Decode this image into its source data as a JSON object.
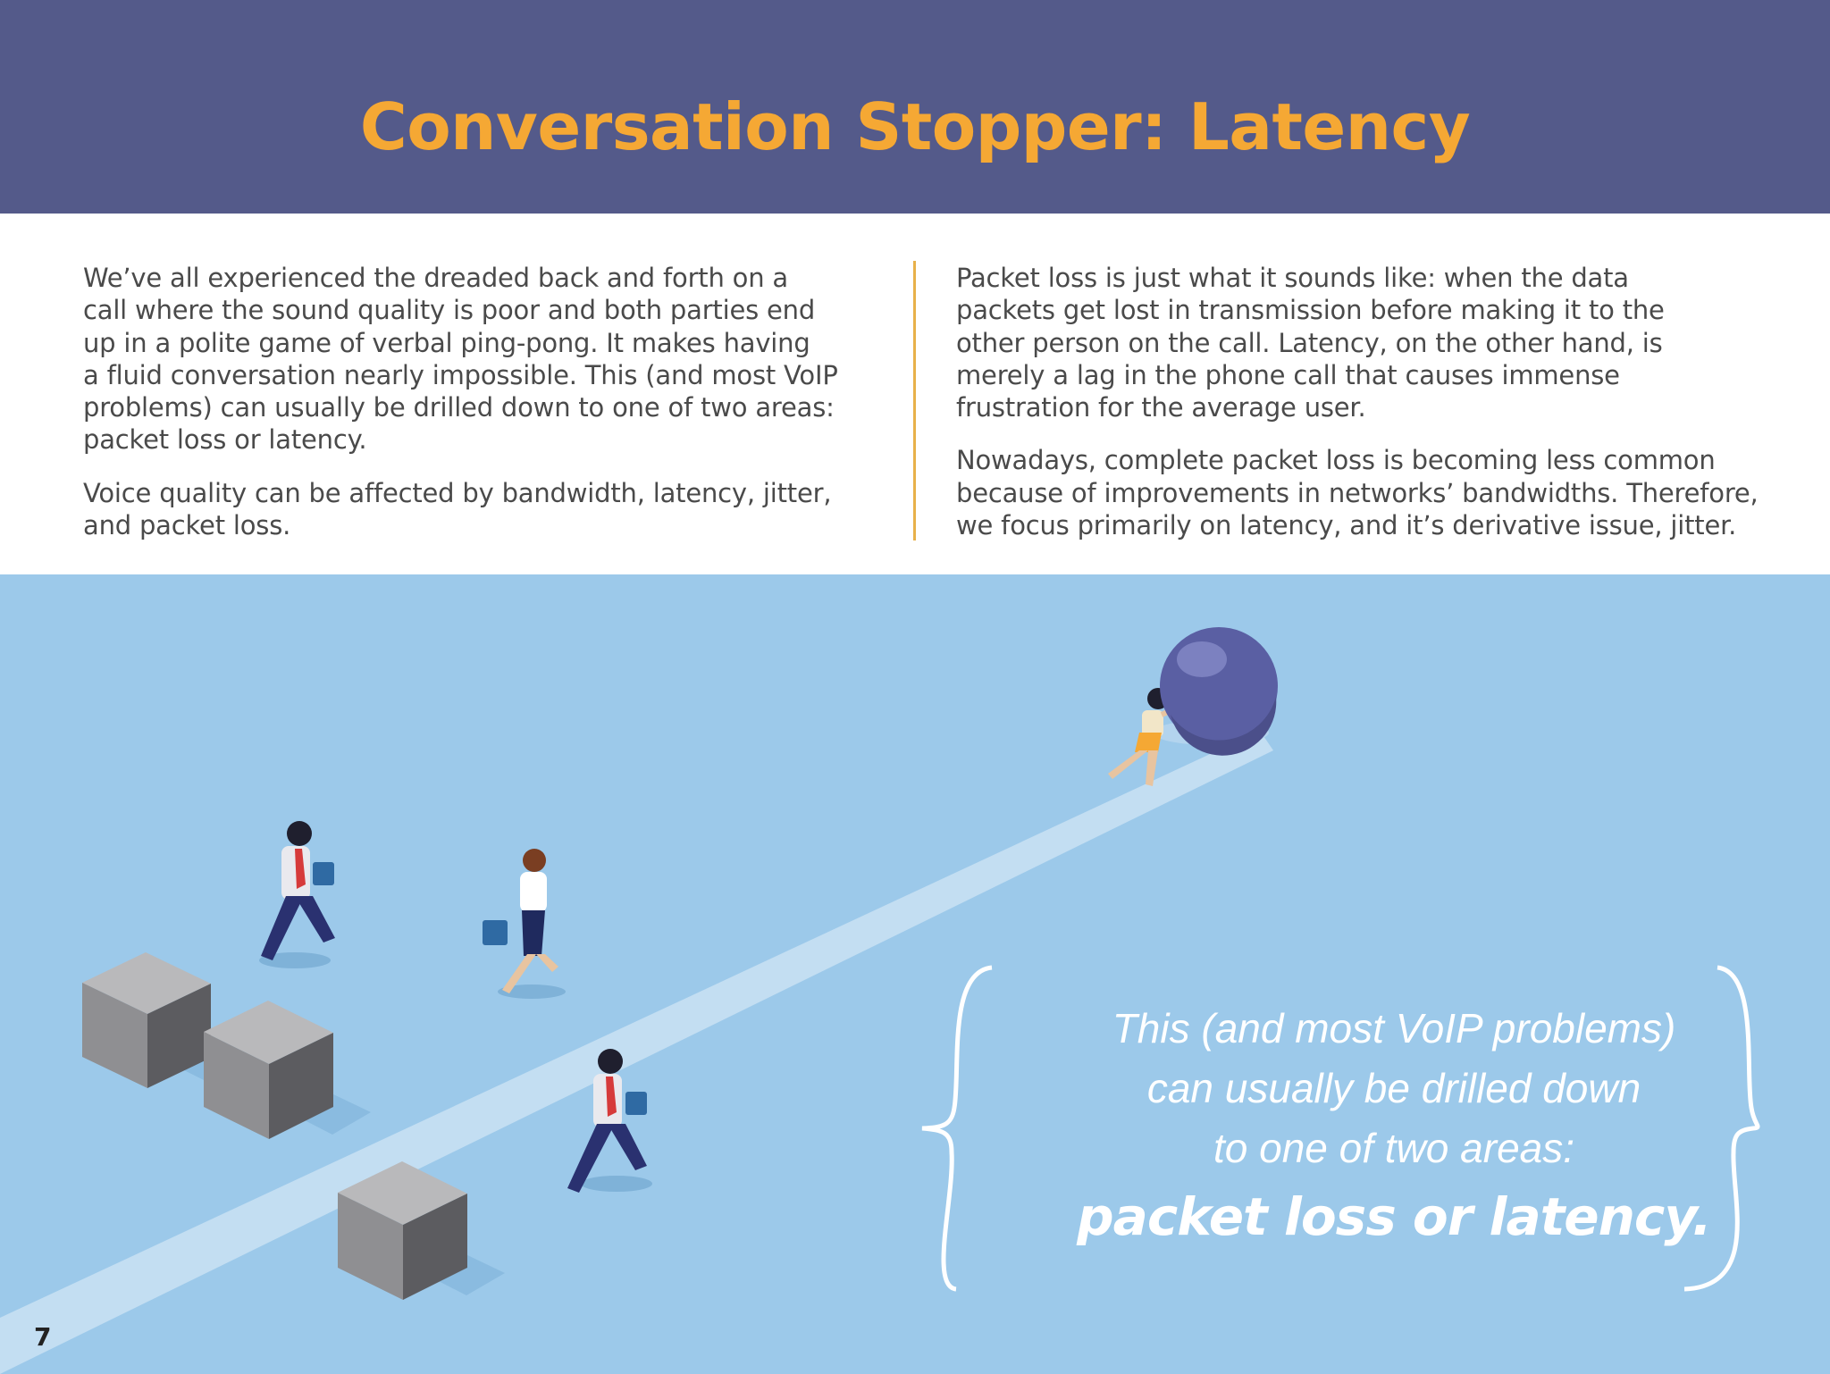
{
  "header": {
    "title": "Conversation Stopper: Latency"
  },
  "left_column": {
    "paragraphs": [
      "We’ve all experienced the dreaded back and forth on a\ncall where the sound quality is poor and both parties end\nup in a polite game of verbal ping-pong. It makes having\na fluid conversation nearly impossible. This (and most VoIP\nproblems) can usually be drilled down to one of two areas:\npacket loss or latency.",
      "Voice quality can be affected by bandwidth, latency, jitter,\nand packet loss."
    ]
  },
  "right_column": {
    "paragraphs": [
      "Packet loss is just what it sounds like: when the data\npackets get lost in transmission before making it to the\nother person on the call. Latency, on the other hand, is\nmerely a lag in the phone call that causes immense\nfrustration for the average user.",
      "Nowadays, complete packet loss is becoming less common\nbecause of improvements in networks’ bandwidths. Therefore,\nwe focus primarily on latency, and it’s derivative issue, jitter."
    ]
  },
  "pull_quote": {
    "lines": [
      "This (and most VoIP problems)",
      "can usually be drilled down",
      "to one of two areas:"
    ],
    "emphasis": "packet loss or latency."
  },
  "footer": {
    "page_number": "7"
  },
  "colors": {
    "header_bg": "#545a8a",
    "title": "#f5a834",
    "accent_divider": "#e8b14a",
    "illustration_bg": "#9cc9ea",
    "path": "#c3def2",
    "sphere": "#5a5fa3"
  },
  "illustration": {
    "elements": [
      "gray-cube",
      "gray-cube",
      "gray-cube",
      "running-businessman",
      "running-businesswoman",
      "running-businessman",
      "woman-pushing-sphere",
      "purple-sphere",
      "light-path"
    ]
  }
}
